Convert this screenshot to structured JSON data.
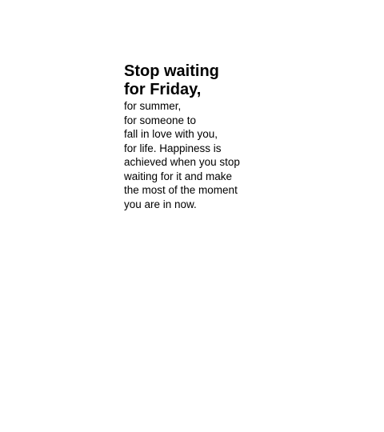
{
  "quote": {
    "headline": [
      "Stop waiting",
      "for Friday,"
    ],
    "lines": [
      "for summer,",
      "for someone to",
      "fall in love with you,",
      "for life. Happiness is",
      "achieved when you stop",
      "waiting for it and make",
      "the most of the moment",
      "you are in now."
    ]
  }
}
